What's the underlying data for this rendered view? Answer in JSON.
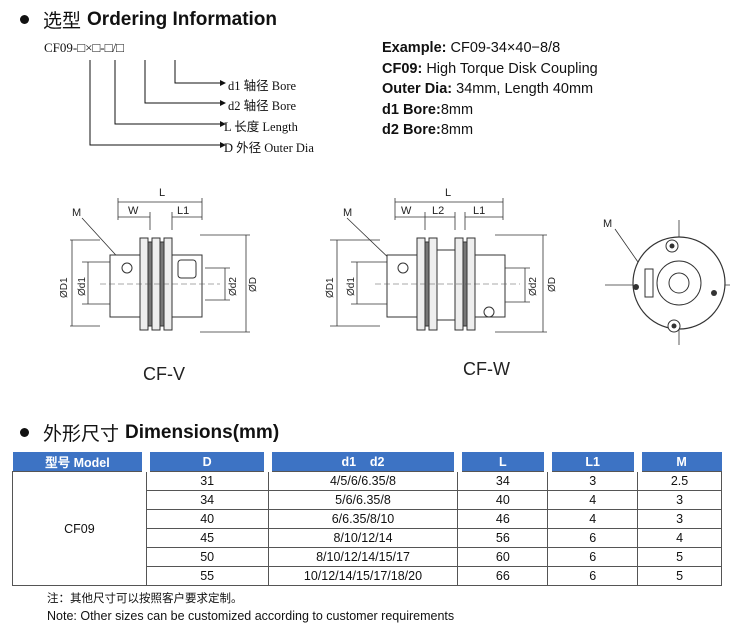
{
  "ordering": {
    "heading_cn": "选型",
    "heading_en": "Ordering Information",
    "code": "CF09-□×□-□/□",
    "legend": [
      {
        "id": "d1",
        "text": "d1 轴径 Bore"
      },
      {
        "id": "d2",
        "text": "d2 轴径 Bore"
      },
      {
        "id": "L",
        "text": "L 长度 Length"
      },
      {
        "id": "D",
        "text": "D 外径 Outer Dia"
      }
    ],
    "example": {
      "label": "Example:",
      "value": "CF09-34×40−8/8",
      "model_label": "CF09:",
      "model_value": "High Torque Disk Coupling",
      "outer_label": "Outer Dia:",
      "outer_value": "34mm, Length 40mm",
      "d1_label": "d1 Bore:",
      "d1_value": "8mm",
      "d2_label": "d2 Bore:",
      "d2_value": "8mm"
    }
  },
  "drawings": {
    "cfv": {
      "title": "CF-V",
      "L": "L",
      "W": "W",
      "L1": "L1",
      "M": "M",
      "D1": "ØD1",
      "d1": "Ød1",
      "d2": "Ød2",
      "D": "ØD"
    },
    "cfw": {
      "title": "CF-W",
      "L": "L",
      "W": "W",
      "L2": "L2",
      "L1": "L1",
      "M": "M",
      "D1": "ØD1",
      "d1": "Ød1",
      "d2": "Ød2",
      "D": "ØD"
    },
    "end": {
      "M": "M"
    }
  },
  "dimensions": {
    "heading_cn": "外形尺寸",
    "heading_en": "Dimensions(mm)",
    "headers": [
      "型号 Model",
      "D",
      "d1    d2",
      "L",
      "L1",
      "M"
    ],
    "model": "CF09",
    "rows": [
      [
        "31",
        "4/5/6/6.35/8",
        "34",
        "3",
        "2.5"
      ],
      [
        "34",
        "5/6/6.35/8",
        "40",
        "4",
        "3"
      ],
      [
        "40",
        "6/6.35/8/10",
        "46",
        "4",
        "3"
      ],
      [
        "45",
        "8/10/12/14",
        "56",
        "6",
        "4"
      ],
      [
        "50",
        "8/10/12/14/15/17",
        "60",
        "6",
        "5"
      ],
      [
        "55",
        "10/12/14/15/17/18/20",
        "66",
        "6",
        "5"
      ]
    ],
    "note_cn": "注：其他尺寸可以按照客户要求定制。",
    "note_en": "Note: Other sizes can be customized according to customer requirements"
  }
}
